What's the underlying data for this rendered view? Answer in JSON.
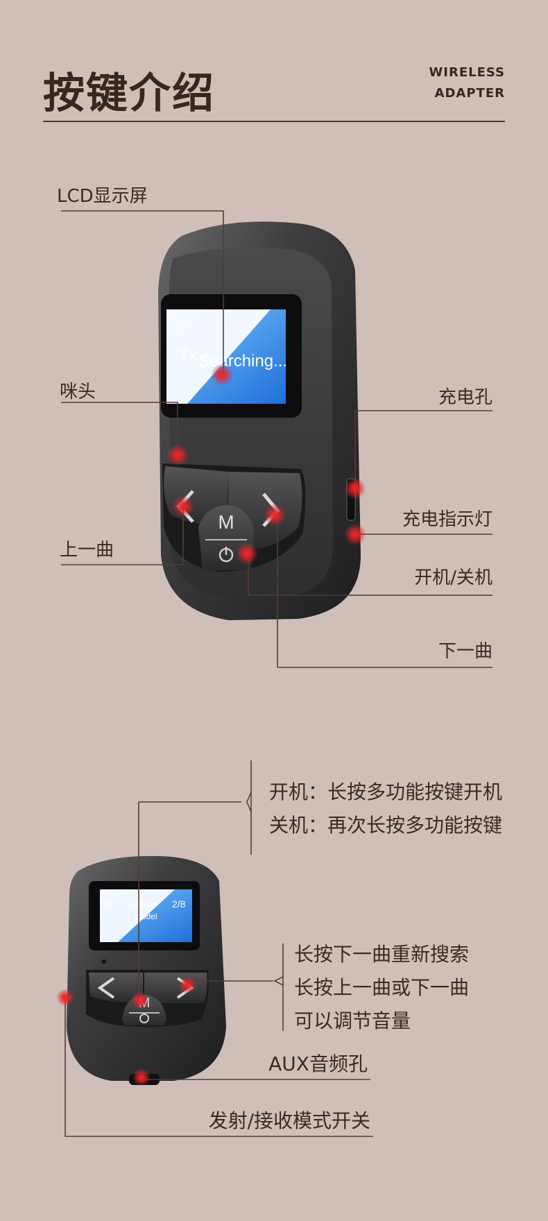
{
  "header": {
    "title": "按键介绍",
    "brand_line1": "WIRELESS",
    "brand_line2": "ADAPTER"
  },
  "device1": {
    "screen_tx": "Tx",
    "screen_text": "Searching...",
    "key_m": "M",
    "labels": {
      "lcd": "LCD显示屏",
      "mic": "咪头",
      "prev": "上一曲",
      "charge_port": "充电孔",
      "charge_led": "充电指示灯",
      "power": "开机/关机",
      "next": "下一曲"
    }
  },
  "device2": {
    "screen_tx": "Tx",
    "screen_choice": "Choice",
    "screen_count": "2/8",
    "screen_model": "model",
    "key_m": "M",
    "power_desc": [
      "开机：长按多功能按键开机",
      "关机：再次长按多功能按键"
    ],
    "track_desc": [
      "长按下一曲重新搜索",
      "长按上一曲或下一曲",
      "可以调节音量"
    ],
    "aux": "AUX音频孔",
    "mode_switch": "发射/接收模式开关"
  },
  "colors": {
    "background": "#d0bfb9",
    "line": "#5a3a33",
    "marker": "#e3262c",
    "screen": "#2a8ae0"
  }
}
